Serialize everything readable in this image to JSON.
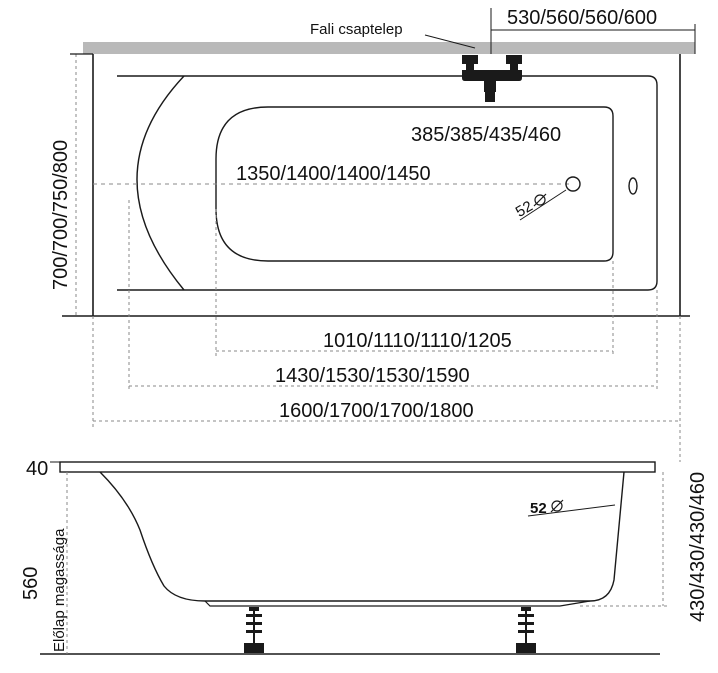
{
  "labels": {
    "faucet_label": "Fali csaptelep",
    "faucet_offset": "530/560/560/600",
    "width_left": "700/700/750/800",
    "inner_width": "385/385/435/460",
    "inner_length": "1350/1400/1400/1450",
    "drain_top": "52",
    "inner_bottom_length": "1010/1110/1110/1205",
    "mid_length": "1430/1530/1530/1590",
    "total_length": "1600/1700/1700/1800",
    "rim_height": "40",
    "drain_side": "52",
    "depth_right": "430/430/430/460",
    "panel_height_value": "560",
    "panel_height_label": "Előlap magassága"
  },
  "colors": {
    "wall": "#b9b9b9",
    "line": "#1a1a1a",
    "dash": "#8a8a8a",
    "faucet": "#1a1a1a"
  }
}
